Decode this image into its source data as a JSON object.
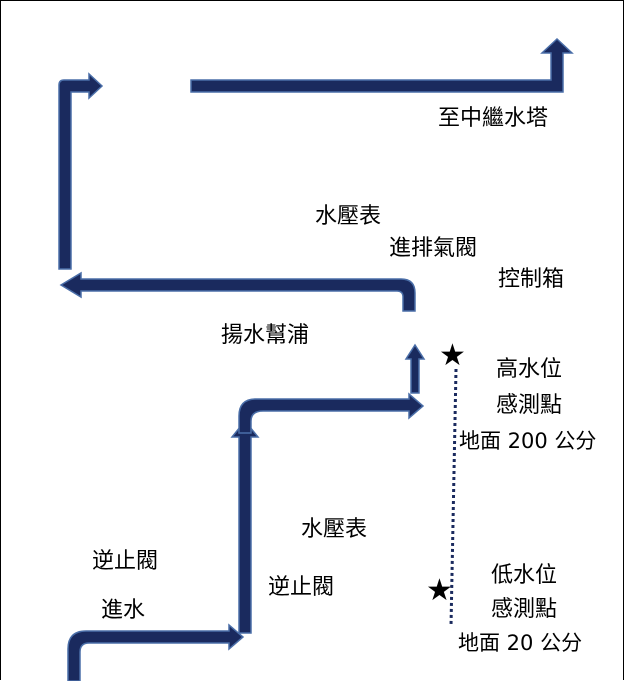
{
  "labels": {
    "to_relay_tower": "至中繼水塔",
    "pressure_gauge_top": "水壓表",
    "air_valve": "進排氣閥",
    "control_box": "控制箱",
    "pump": "揚水幫浦",
    "high_level": "高水位",
    "high_sense": "感測點",
    "high_height": "地面 200 公分",
    "pressure_gauge_mid": "水壓表",
    "check_valve_left": "逆止閥",
    "check_valve_mid": "逆止閥",
    "inlet": "進水",
    "low_level": "低水位",
    "low_sense": "感測點",
    "low_height": "地面 20 公分"
  },
  "colors": {
    "pipe": "#1a2a5e",
    "pipe_outline": "#4a6ea8",
    "sensor_line": "#1a2a5e"
  },
  "icons": {
    "high_marker": "star-icon",
    "low_marker": "star-icon"
  }
}
